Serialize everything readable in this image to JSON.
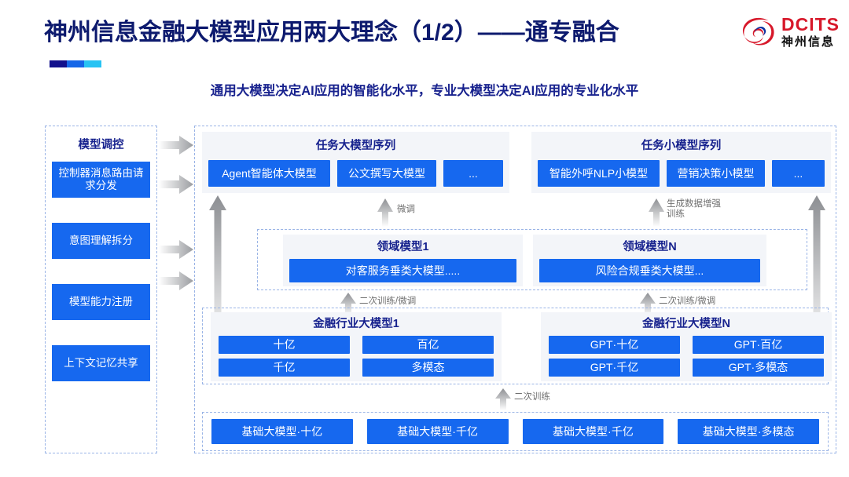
{
  "header": {
    "title": "神州信息金融大模型应用两大理念（1/2）——通专融合",
    "subtitle": "通用大模型决定AI应用的智能化水平，专业大模型决定AI应用的专业化水平",
    "logo_en": "DCITS",
    "logo_cn": "神州信息",
    "accent_colors": [
      "#12108c",
      "#1566e8",
      "#27c3f3"
    ],
    "logo_color": "#d7182a",
    "title_color": "#0d1a6e"
  },
  "sidebar": {
    "title": "模型调控",
    "items": [
      {
        "label": "控制器消息路由请求分发"
      },
      {
        "label": "意图理解拆分"
      },
      {
        "label": "模型能力注册"
      },
      {
        "label": "上下文记忆共享"
      }
    ]
  },
  "task_sequences": [
    {
      "title": "任务大模型序列",
      "boxes": [
        "Agent智能体大模型",
        "公文撰写大模型",
        "..."
      ]
    },
    {
      "title": "任务小模型序列",
      "boxes": [
        "智能外呼NLP小模型",
        "营销决策小模型",
        "..."
      ]
    }
  ],
  "domain_models": [
    {
      "title": "领域模型1",
      "box": "对客服务垂类大模型....."
    },
    {
      "title": "领域模型N",
      "box": "风险合规垂类大模型..."
    }
  ],
  "industry_models": [
    {
      "title": "金融行业大模型1",
      "boxes": [
        "十亿",
        "百亿",
        "千亿",
        "多模态"
      ]
    },
    {
      "title": "金融行业大模型N",
      "boxes": [
        "GPT·十亿",
        "GPT·百亿",
        "GPT·千亿",
        "GPT·多模态"
      ]
    }
  ],
  "base_models": {
    "boxes": [
      "基础大模型·十亿",
      "基础大模型·千亿",
      "基础大模型·千亿",
      "基础大模型·多模态"
    ]
  },
  "arrow_labels": {
    "fine_tune": "微调",
    "gen_data_aug": "生成数据增强\n训练",
    "retrain_finetune_left": "二次训练/微调",
    "retrain_finetune_right": "二次训练/微调",
    "retrain": "二次训练"
  },
  "colors": {
    "box_blue": "#1668ef",
    "panel_bg": "#f3f5f9",
    "dash_border": "#9ab4e6",
    "arrow_gray": "#8d8f93"
  }
}
